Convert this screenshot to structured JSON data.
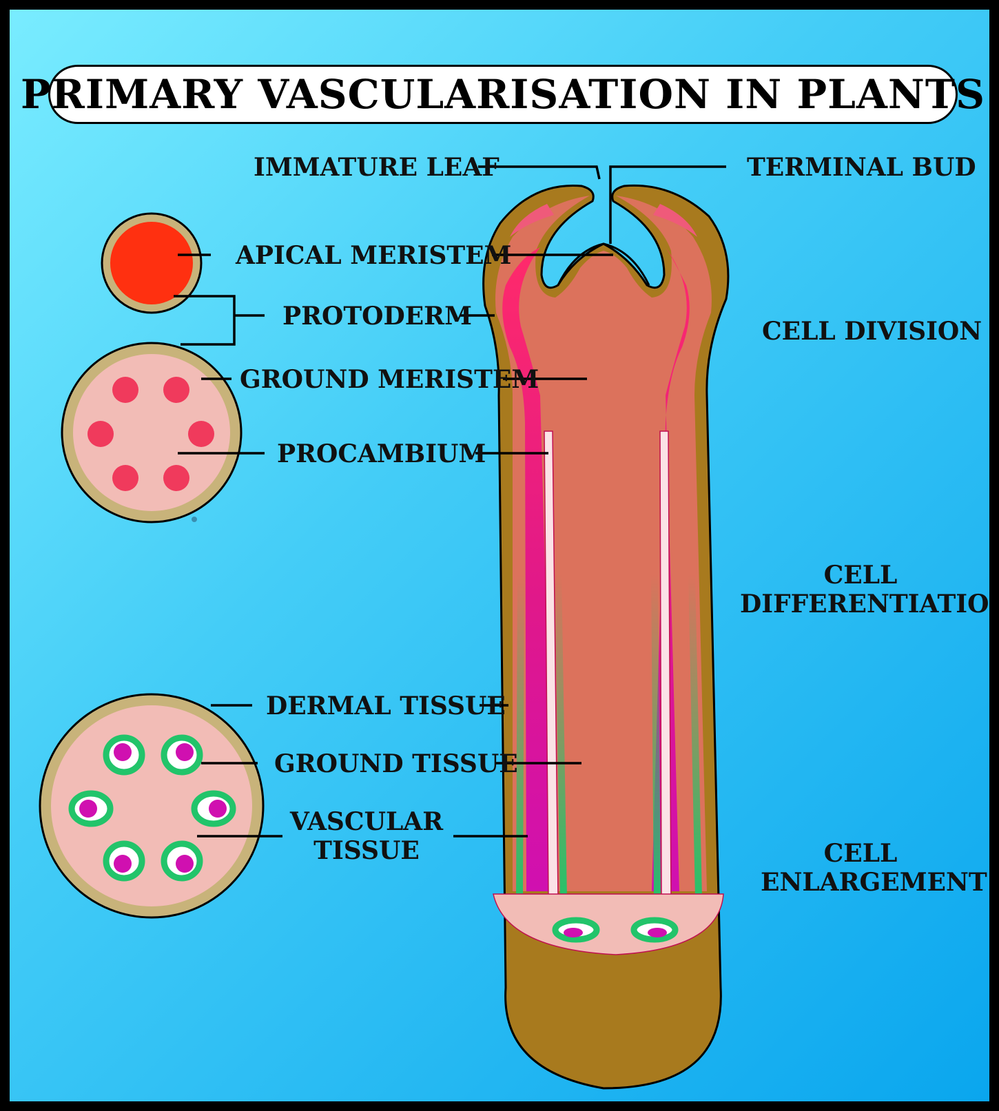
{
  "title": "PRIMARY VASCULARISATION IN PLANTS",
  "labels": {
    "immature_leaf": "IMMATURE LEAF",
    "terminal_bud": "TERMINAL BUD",
    "apical_meristem": "APICAL MERISTEM",
    "protoderm": "PROTODERM",
    "ground_meristem": "GROUND MERISTEM",
    "procambium": "PROCAMBIUM",
    "dermal_tissue": "DERMAL TISSUE",
    "ground_tissue": "GROUND TISSUE",
    "vascular_tissue_1": "VASCULAR",
    "vascular_tissue_2": "TISSUE"
  },
  "stages": {
    "division": "CELL DIVISION",
    "differentiation_1": "CELL",
    "differentiation_2": "DIFFERENTIATION",
    "enlargement_1": "CELL",
    "enlargement_2": "ENLARGEMENT"
  },
  "colors": {
    "background_top": "#79ecff",
    "background_bottom": "#0aa6ee",
    "dermal": "#a87a1e",
    "ground": "#dc725c",
    "procambium": "#ef1f6a",
    "meristem_red": "#ff3010",
    "vascular_green": "#22c46a",
    "vascular_magenta": "#d010b0",
    "cross_section_tan": "#c8b37a",
    "cross_section_pink": "#f2bcb6"
  }
}
